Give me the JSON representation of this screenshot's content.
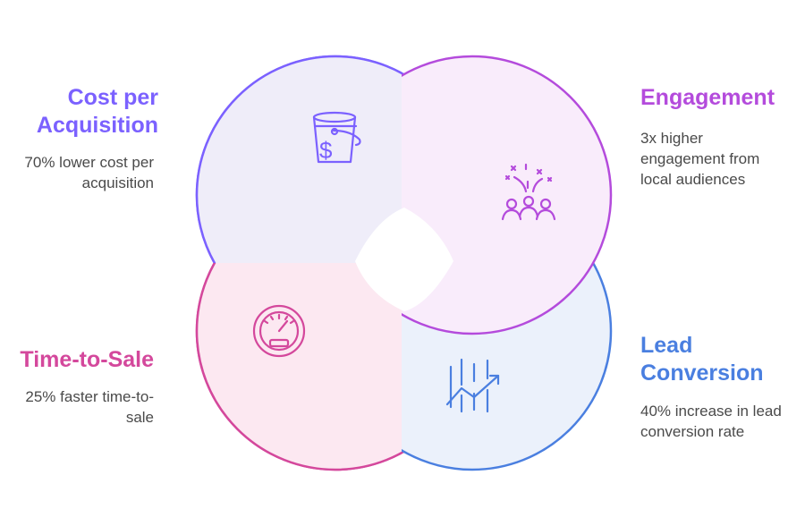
{
  "colors": {
    "cost": "#7b61ff",
    "engagement": "#b44bdc",
    "time": "#d4489c",
    "lead": "#4a7fe0",
    "desc_text": "#4a4a4a"
  },
  "sections": {
    "cost": {
      "title_line1": "Cost per",
      "title_line2": "Acquisition",
      "desc_line1": "70% lower cost per",
      "desc_line2": "acquisition",
      "icon": "money-bucket-icon"
    },
    "engagement": {
      "title": "Engagement",
      "desc_line1": "3x higher",
      "desc_line2": "engagement from",
      "desc_line3": "local audiences",
      "icon": "celebrating-audience-icon"
    },
    "time": {
      "title": "Time-to-Sale",
      "desc_line1": "25% faster time-to-",
      "desc_line2": "sale",
      "icon": "speedometer-icon"
    },
    "lead": {
      "title_line1": "Lead",
      "title_line2": "Conversion",
      "desc_line1": "40% increase in lead",
      "desc_line2": "conversion rate",
      "icon": "trend-chart-icon"
    }
  }
}
